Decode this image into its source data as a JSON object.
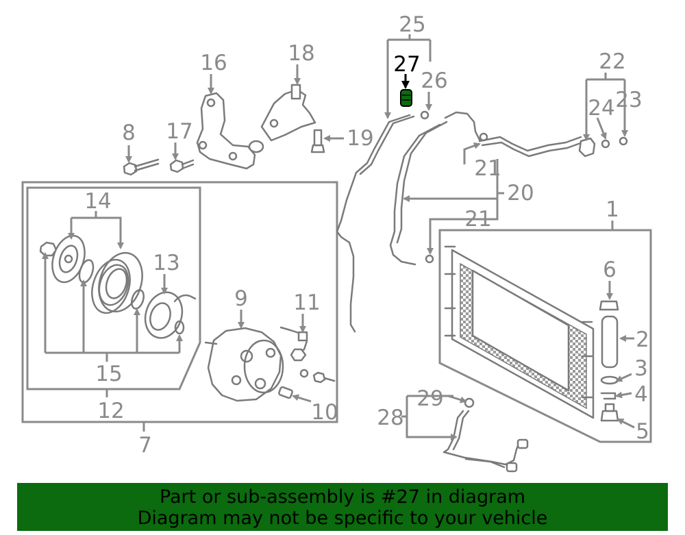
{
  "callouts": {
    "c1": "1",
    "c2": "2",
    "c3": "3",
    "c4": "4",
    "c5": "5",
    "c6": "6",
    "c7": "7",
    "c8": "8",
    "c9": "9",
    "c10": "10",
    "c11": "11",
    "c12": "12",
    "c13": "13",
    "c14": "14",
    "c15": "15",
    "c16": "16",
    "c17": "17",
    "c18": "18",
    "c19": "19",
    "c20": "20",
    "c21a": "21",
    "c21b": "21",
    "c22": "22",
    "c23": "23",
    "c24": "24",
    "c25": "25",
    "c26": "26",
    "c27": "27",
    "c28": "28",
    "c29": "29"
  },
  "highlight": {
    "part": "27",
    "color": "#0b6b0e"
  },
  "banner": {
    "line1": "Part or sub-assembly is #27 in diagram",
    "line2": "Diagram may not be specific to your vehicle",
    "background": "#0b6b0e"
  }
}
